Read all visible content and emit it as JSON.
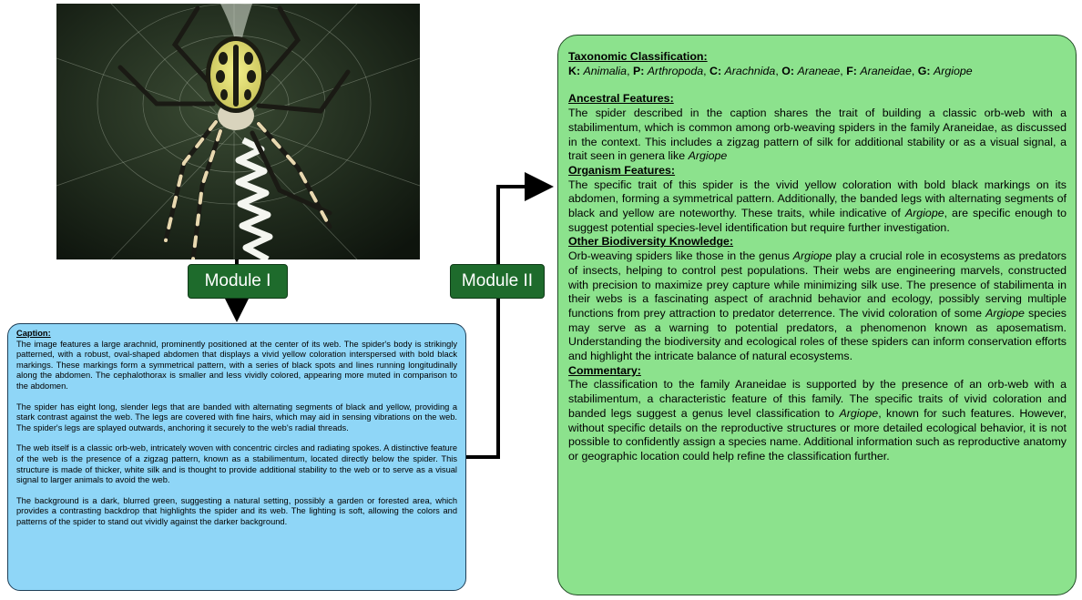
{
  "photo": {
    "subject": "spider-on-web-photo"
  },
  "modules": {
    "module1": "Module I",
    "module2": "Module II"
  },
  "caption": {
    "heading": "Caption:",
    "p1": "The image features a large arachnid, prominently positioned at the center of its web. The spider's body is strikingly patterned, with a robust, oval-shaped abdomen that displays a vivid yellow coloration interspersed with bold black markings. These markings form a symmetrical pattern, with a series of black spots and lines running longitudinally along the abdomen. The cephalothorax is smaller and less vividly colored, appearing more muted in comparison to the abdomen.",
    "p2": "The spider has eight long, slender legs that are banded with alternating segments of black and yellow, providing a stark contrast against the web. The legs are covered with fine hairs, which may aid in sensing vibrations on the web. The spider's legs are splayed outwards, anchoring it securely to the web's radial threads.",
    "p3": "The web itself is a classic orb-web, intricately woven with concentric circles and radiating spokes. A distinctive feature of the web is the presence of a zigzag pattern, known as a stabilimentum, located directly below the spider. This structure is made of thicker, white silk and is thought to provide additional stability to the web or to serve as a visual signal to larger animals to avoid the web.",
    "p4": "The background is a dark, blurred green, suggesting a natural setting, possibly a garden or forested area, which provides a contrasting backdrop that highlights the spider and its web. The lighting is soft, allowing the colors and patterns of the spider to stand out vividly against the darker background."
  },
  "knowledge": {
    "taxonomy_heading": "Taxonomic Classification:",
    "taxonomy": {
      "k_label": "K:",
      "k_value": "Animalia",
      "p_label": "P:",
      "p_value": "Arthropoda",
      "c_label": "C:",
      "c_value": "Arachnida",
      "o_label": "O:",
      "o_value": "Araneae",
      "f_label": "F:",
      "f_value": "Araneidae",
      "g_label": "G:",
      "g_value": "Argiope"
    },
    "ancestral_heading": "Ancestral Features:",
    "ancestral_text": "The spider described in the caption shares the trait of building a classic orb-web with a stabilimentum, which is common among orb-weaving spiders in the family Araneidae, as discussed in the context. This includes a zigzag pattern of silk for additional stability or as a visual signal, a trait seen in genera like ",
    "ancestral_genus": "Argiope",
    "organism_heading": "Organism Features:",
    "organism_text_a": "The specific trait of this spider is the vivid yellow coloration with bold black markings on its abdomen, forming a symmetrical pattern. Additionally, the banded legs with alternating segments of black and yellow are noteworthy. These traits, while indicative of ",
    "organism_genus": "Argiope",
    "organism_text_b": ", are specific enough to suggest potential species-level identification but require further investigation.",
    "biodiversity_heading": "Other Biodiversity Knowledge:",
    "bio_text_a": "Orb-weaving spiders like those in the genus ",
    "bio_genus_1": "Argiope",
    "bio_text_b": " play a crucial role in ecosystems as predators of insects, helping to control pest populations. Their webs are engineering marvels, constructed with precision to maximize prey capture while minimizing silk use. The presence of stabilimenta in their webs is a fascinating aspect of arachnid behavior and ecology, possibly serving multiple functions from prey attraction to predator deterrence. The vivid coloration of some ",
    "bio_genus_2": "Argiope",
    "bio_text_c": " species may serve as a warning to potential predators, a phenomenon known as aposematism. Understanding the biodiversity and ecological roles of these spiders can inform conservation efforts and highlight the intricate balance of natural ecosystems.",
    "commentary_heading": "Commentary:",
    "comm_text_a": "The classification to the family  Araneidae is supported by the presence of an orb-web with a stabilimentum, a characteristic feature of this family. The specific traits of vivid coloration and banded legs suggest a genus level classification to ",
    "comm_genus": "Argiope",
    "comm_text_b": ", known for such features. However, without specific details on the reproductive structures or more detailed ecological behavior, it is not possible to confidently assign a species name. Additional information such as reproductive anatomy or geographic location could help refine the classification further."
  },
  "colors": {
    "caption_box": "#8fd6f7",
    "knowledge_box": "#8ce28d",
    "module_fill": "#1e6b2c",
    "arrow": "#000000"
  }
}
